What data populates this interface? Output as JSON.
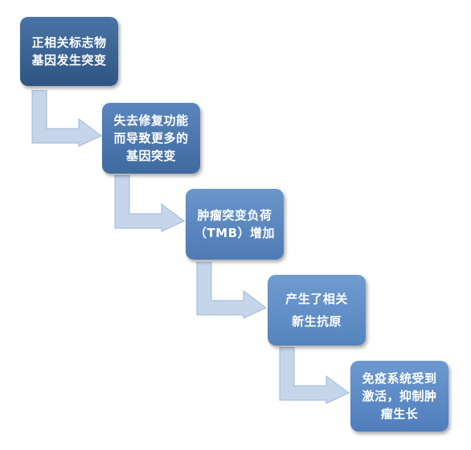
{
  "colors": {
    "arrow_fill": "#c5d5ea",
    "arrow_stroke": "#9fb7d8",
    "box_dark": "#2f5584",
    "box_mid": "#4873a8",
    "box_light": "#6e99cf"
  },
  "steps": [
    {
      "label": "正相关标志物\n基因发生突变"
    },
    {
      "label": "失去修复功能\n而导致更多的\n基因突变"
    },
    {
      "label": "肿瘤突变负荷\n（TMB）增加"
    },
    {
      "label": "产生了相关\n新生抗原"
    },
    {
      "label": "免疫系统受到\n激活，抑制肿\n瘤生长"
    }
  ]
}
